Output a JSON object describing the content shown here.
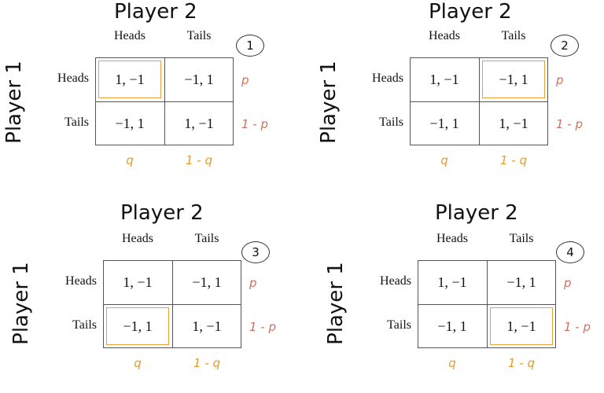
{
  "player2_label": "Player 2",
  "player1_label": "Player 1",
  "strategies": [
    "Heads",
    "Tails"
  ],
  "payoffs": [
    [
      "1, −1",
      "−1, 1"
    ],
    [
      "−1, 1",
      "1, −1"
    ]
  ],
  "row_probs": [
    "p",
    "1 - p"
  ],
  "col_probs": [
    "q",
    "1 - q"
  ],
  "highlight_color": "#e8a03a",
  "row_prob_color": "#d07060",
  "col_prob_color": "#e89a2a",
  "panels": [
    {
      "number": "1",
      "highlighted_cell": [
        0,
        0
      ]
    },
    {
      "number": "2",
      "highlighted_cell": [
        0,
        1
      ]
    },
    {
      "number": "3",
      "highlighted_cell": [
        1,
        0
      ]
    },
    {
      "number": "4",
      "highlighted_cell": [
        1,
        1
      ]
    }
  ]
}
